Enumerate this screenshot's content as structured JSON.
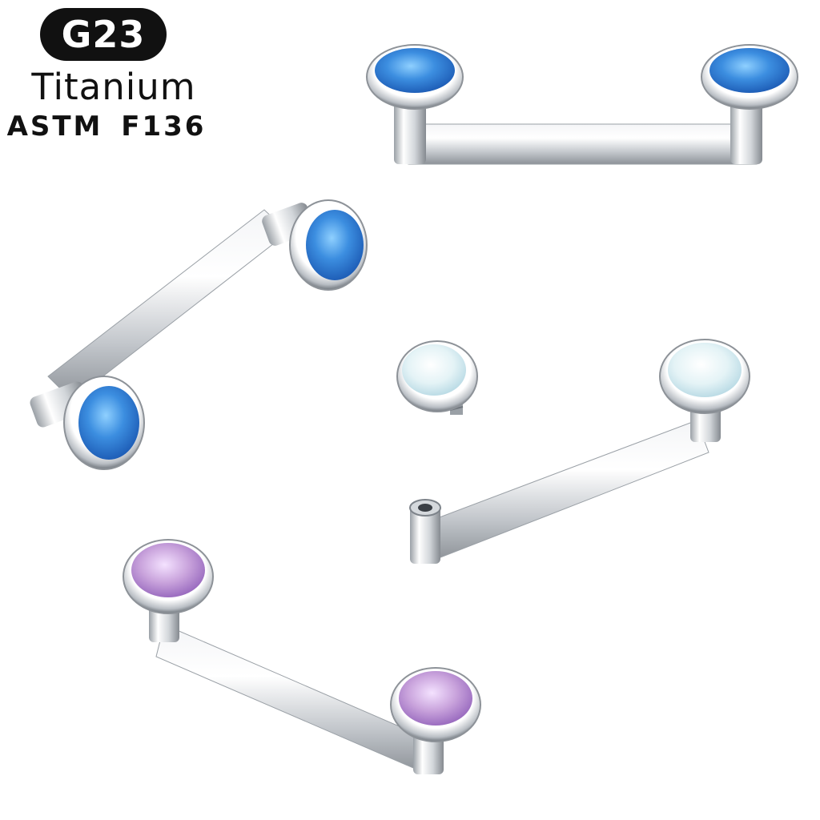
{
  "header": {
    "grade_badge": "G23",
    "material": "Titanium",
    "standard": "ASTM  F136"
  },
  "products": [
    {
      "name": "straight-bar-blue-opal",
      "gem_color": "#3c8ee0"
    },
    {
      "name": "angled-bar-blue-opal",
      "gem_color": "#2a7fd6"
    },
    {
      "name": "loose-top-white-opal",
      "gem_color": "#dfeff3"
    },
    {
      "name": "bar-white-opal-open-end",
      "gem_color": "#e4f3f6"
    },
    {
      "name": "bar-pink-opal",
      "gem_color": "#c9a3dc"
    }
  ],
  "colors": {
    "badge_bg": "#111111",
    "badge_text": "#ffffff",
    "steel": "#c7cbd0"
  }
}
